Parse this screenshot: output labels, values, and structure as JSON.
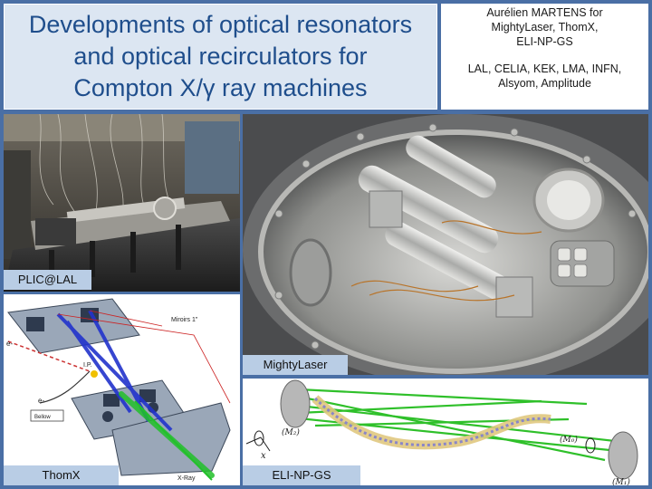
{
  "slide": {
    "title_lines": [
      "Developments of optical resonators",
      "and optical recirculators for",
      "Compton X/γ ray machines"
    ],
    "authors_lines": [
      "Aurélien MARTENS for",
      "MightyLaser, ThomX,",
      "ELI-NP-GS"
    ],
    "institutes_lines": [
      "LAL, CELIA, KEK, LMA, INFN,",
      "Alsyom, Amplitude"
    ]
  },
  "panels": {
    "plic": {
      "caption": "PLIC@LAL"
    },
    "mighty": {
      "caption": "MightyLaser"
    },
    "thomx": {
      "caption": "ThomX",
      "labels": {
        "mirror": "Miroirs 1\"",
        "electron_in": "e-",
        "electron_out": "e-",
        "ip": "I.P.",
        "bellow": "Bellow",
        "xray": "X-Ray"
      }
    },
    "eli": {
      "caption": "ELI-NP-GS",
      "labels": {
        "m2": "(M₂)",
        "m0": "(M₀)",
        "m1": "(M₁)",
        "x": "x"
      }
    }
  },
  "colors": {
    "background": "#4a6fa5",
    "title_text": "#1f4e8c",
    "title_box": "#dce6f2",
    "caption_bg": "#b9cde5",
    "laser_blue": "#2233cc",
    "laser_green": "#22c02a"
  }
}
